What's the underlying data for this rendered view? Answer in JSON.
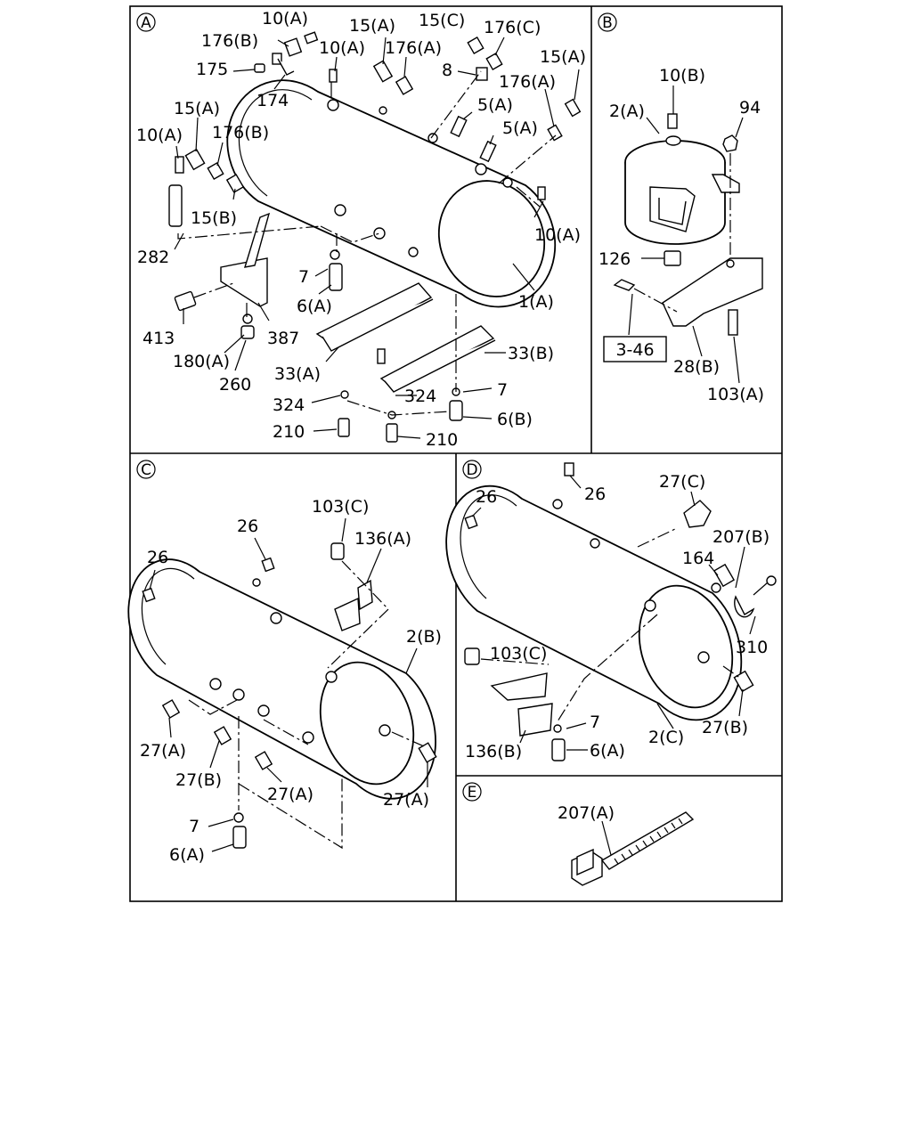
{
  "panels": {
    "A": {
      "letter": "A",
      "callouts": {
        "c10A_1": "10(A)",
        "c176B_1": "176(B)",
        "c175": "175",
        "c174": "174",
        "c10A_2": "10(A)",
        "c15A_1": "15(A)",
        "c176A_1": "176(A)",
        "c15C": "15(C)",
        "c176C": "176(C)",
        "c8": "8",
        "c15A_2": "15(A)",
        "c176A_2": "176(A)",
        "c5A_1": "5(A)",
        "c5A_2": "5(A)",
        "c15A_3": "15(A)",
        "c10A_3": "10(A)",
        "c176B_2": "176(B)",
        "c15B": "15(B)",
        "c282": "282",
        "c10A_4": "10(A)",
        "c7_1": "7",
        "c6A_1": "6(A)",
        "c1A": "1(A)",
        "c413": "413",
        "c387": "387",
        "c180A": "180(A)",
        "c260": "260",
        "c33A": "33(A)",
        "c33B": "33(B)",
        "c324_1": "324",
        "c324_2": "324",
        "c7_2": "7",
        "c210_1": "210",
        "c210_2": "210",
        "c6B": "6(B)"
      }
    },
    "B": {
      "letter": "B",
      "callouts": {
        "c10B": "10(B)",
        "c2A": "2(A)",
        "c94": "94",
        "c126": "126",
        "c28B": "28(B)",
        "c103A": "103(A)"
      },
      "ref_box": "3-46"
    },
    "C": {
      "letter": "C",
      "callouts": {
        "c103C": "103(C)",
        "c26_1": "26",
        "c136A": "136(A)",
        "c26_2": "26",
        "c2B": "2(B)",
        "c27A_1": "27(A)",
        "c27B": "27(B)",
        "c27A_2": "27(A)",
        "c27A_3": "27(A)",
        "c7": "7",
        "c6A": "6(A)"
      }
    },
    "D": {
      "letter": "D",
      "callouts": {
        "c26_1": "26",
        "c26_2": "26",
        "c27C": "27(C)",
        "c207B": "207(B)",
        "c164": "164",
        "c310": "310",
        "c103C": "103(C)",
        "c7": "7",
        "c136B": "136(B)",
        "c6A": "6(A)",
        "c2C": "2(C)",
        "c27B": "27(B)"
      }
    },
    "E": {
      "letter": "E",
      "callouts": {
        "c207A": "207(A)"
      }
    }
  }
}
